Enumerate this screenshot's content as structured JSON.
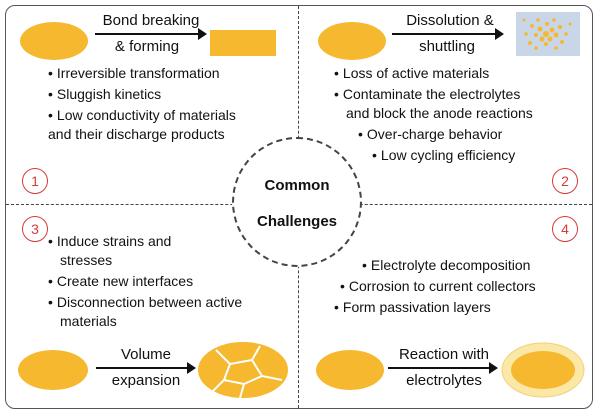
{
  "center": {
    "line1": "Common",
    "line2": "Challenges"
  },
  "q1": {
    "arrow_label_1": "Bond breaking",
    "arrow_label_2": "& forming",
    "bullets": [
      "Irreversible transformation",
      "Sluggish kinetics",
      "Low conductivity of materials"
    ],
    "bullet_cont": "and their discharge products",
    "number": "1"
  },
  "q2": {
    "arrow_label_1": "Dissolution &",
    "arrow_label_2": "shuttling",
    "bullets": [
      "Loss of active materials",
      "Contaminate the electrolytes"
    ],
    "bullet_cont": "and block the anode reactions",
    "sub_bullets": [
      "Over-charge behavior",
      "Low cycling efficiency"
    ],
    "number": "2"
  },
  "q3": {
    "bullets": [
      "Induce strains and"
    ],
    "bullet_cont_1": "stresses",
    "bullets2": [
      "Create new interfaces",
      "Disconnection between active"
    ],
    "bullet_cont_2": "materials",
    "arrow_label_1": "Volume",
    "arrow_label_2": "expansion",
    "number": "3"
  },
  "q4": {
    "bullets": [
      "Electrolyte decomposition",
      "Corrosion to current collectors",
      "Form passivation layers"
    ],
    "arrow_label_1": "Reaction with",
    "arrow_label_2": "electrolytes",
    "number": "4"
  },
  "colors": {
    "particle": "#f5b82e",
    "badge": "#d83a3a",
    "dissolved_bg": "#c8d6e8"
  }
}
